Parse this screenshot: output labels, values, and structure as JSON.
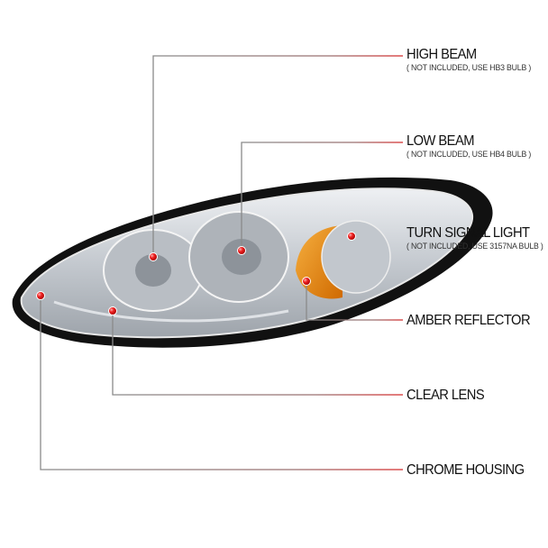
{
  "callouts": [
    {
      "title": "HIGH BEAM",
      "note": "( NOT INCLUDED, USE  HB3  BULB )"
    },
    {
      "title": "LOW BEAM",
      "note": "( NOT INCLUDED, USE  HB4  BULB )"
    },
    {
      "title": "TURN SIGNAL LIGHT",
      "note": "( NOT INCLUDED, USE  3157NA  BULB )"
    },
    {
      "title": "AMBER REFLECTOR"
    },
    {
      "title": "CLEAR LENS"
    },
    {
      "title": "CHROME HOUSING"
    }
  ],
  "colors": {
    "line_start": "#8a8a8a",
    "line_end": "#d42a2a",
    "dot": "#e01818",
    "amber": "#e88a10",
    "housing": "#111111",
    "chrome": "#cfd3d8"
  }
}
